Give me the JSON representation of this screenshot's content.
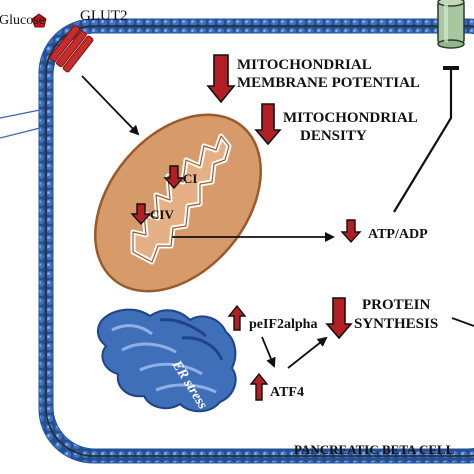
{
  "labels": {
    "glucose": "Glucose",
    "glut2": "GLUT2",
    "mmp_line1": "MITOCHONDRIAL",
    "mmp_line2": "MEMBRANE POTENTIAL",
    "density_line1": "MITOCHONDRIAL",
    "density_line2": "DENSITY",
    "ci": "CI",
    "civ": "CIV",
    "atp_adp": "ATP/ADP",
    "protein_line1": "PROTEIN",
    "protein_line2": "SYNTHESIS",
    "peif2alpha": "peIF2alpha",
    "atf4": "ATF4",
    "er_stress": "ER stress",
    "cell": "PANCREATIC BETA CELL"
  },
  "indicators": {
    "mmp": "down",
    "density": "down",
    "ci": "down",
    "civ": "down",
    "atp_adp": "down",
    "protein_synthesis": "down",
    "peif2alpha": "up",
    "atf4": "up"
  },
  "colors": {
    "membrane": "#2f5fa8",
    "membrane_dark": "#1c3f7a",
    "mito_fill": "#d69a6b",
    "mito_stroke": "#9a5a2c",
    "er_fill": "#3f6fb8",
    "er_dark": "#1f4487",
    "down_arrow": "#b31e24",
    "channel": "#c92a2a",
    "glucose": "#c0171c",
    "k_channel": "#a8c7a0"
  }
}
